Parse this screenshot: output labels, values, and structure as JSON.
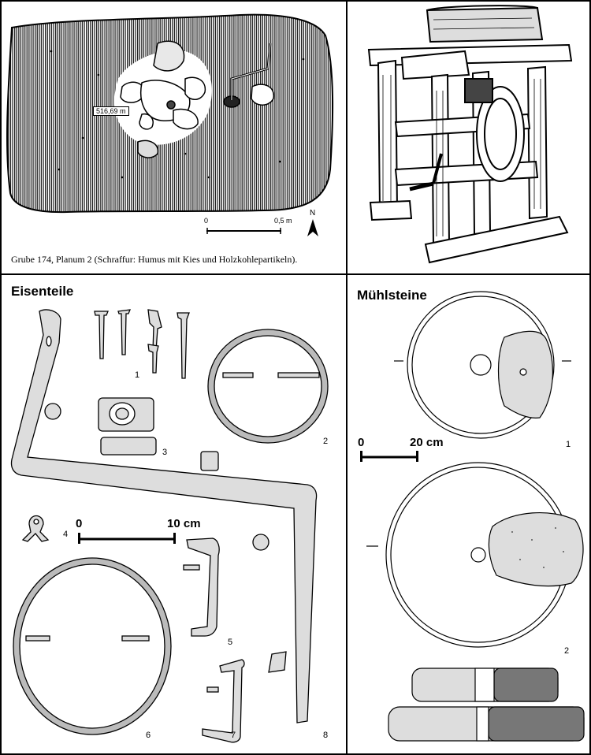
{
  "plan": {
    "elevation_label": "516,69 m",
    "scale_zero": "0",
    "scale_end": "0,5 m",
    "north": "N",
    "caption": "Grube 174, Planum 2 (Schraffur: Humus mit Kies und Holzkohlepartikeln)."
  },
  "iron": {
    "title": "Eisenteile",
    "scale_zero": "0",
    "scale_end": "10 cm",
    "labels": [
      "1",
      "2",
      "3",
      "4",
      "5",
      "6",
      "7",
      "8"
    ]
  },
  "stones": {
    "title": "Mühlsteine",
    "scale_zero": "0",
    "scale_end": "20 cm",
    "labels": [
      "1",
      "2"
    ]
  }
}
